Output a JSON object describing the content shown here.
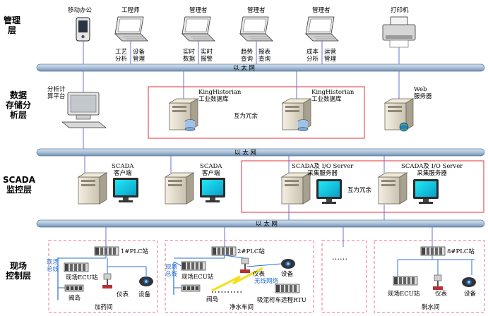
{
  "layers": {
    "management": "管理\n层",
    "data": "数据\n存储分\n析层",
    "scada": "SCADA\n监控层",
    "field": "现场\n控制层"
  },
  "buses": {
    "ethernet1": "以   太   网",
    "ethernet2": "以   太   网",
    "ethernet3": "以   太   网"
  },
  "management": {
    "mobile": "移动办公",
    "engineer": "工程师",
    "engineer_sub1": "工艺\n分析",
    "engineer_sub2": "设备\n管理",
    "manager1": "管理者",
    "manager1_sub1": "实时\n数据",
    "manager1_sub2": "实时\n报警",
    "manager2": "管理者",
    "manager2_sub1": "趋势\n查询",
    "manager2_sub2": "报表\n查询",
    "manager3": "管理者",
    "manager3_sub1": "成本\n分析",
    "manager3_sub2": "运营\n管理",
    "printer": "打印机"
  },
  "data_layer": {
    "analysis": "分析计\n算平台",
    "historian1": "KingHistorian\n工业数据库",
    "historian2": "KingHistorian\n工业数据库",
    "redundant": "互为冗余",
    "web": "Web\n服务器"
  },
  "scada_layer": {
    "client1": "SCADA\n客户端",
    "client2": "SCADA\n客户端",
    "server1": "SCADA及 I/O Server\n采集服务器",
    "server2": "SCADA及 I/O Server\n采集服务器",
    "redundant": "互为冗余"
  },
  "field": {
    "plc1": "1#PLC站",
    "plc2": "2#PLC站",
    "plc8": "8#PLC站",
    "fieldbus1": "现场\n总线",
    "fieldbus2": "现场\n总线",
    "ecu1": "现场ECU站",
    "ecu2": "现场ECU站",
    "ecu8": "现场ECU站",
    "instrument1": "仪表",
    "instrument2": "仪表",
    "instrument8": "仪表",
    "device1": "设备",
    "device2": "设备",
    "device8": "设备",
    "valve1": "阀岛",
    "valve2": "阀岛",
    "wireless": "无线网络",
    "rtu": "吸泥桁车远程RTU",
    "room1": "加药间",
    "room2": "净水车间",
    "room8": "脱水间",
    "ellipsis": "……"
  },
  "colors": {
    "bus": "#7f9fc0",
    "redbox": "#e0303a",
    "pinkbox": "#ef6f8a",
    "fieldbus": "#2a6fd6",
    "link": "#6d6fd0"
  }
}
